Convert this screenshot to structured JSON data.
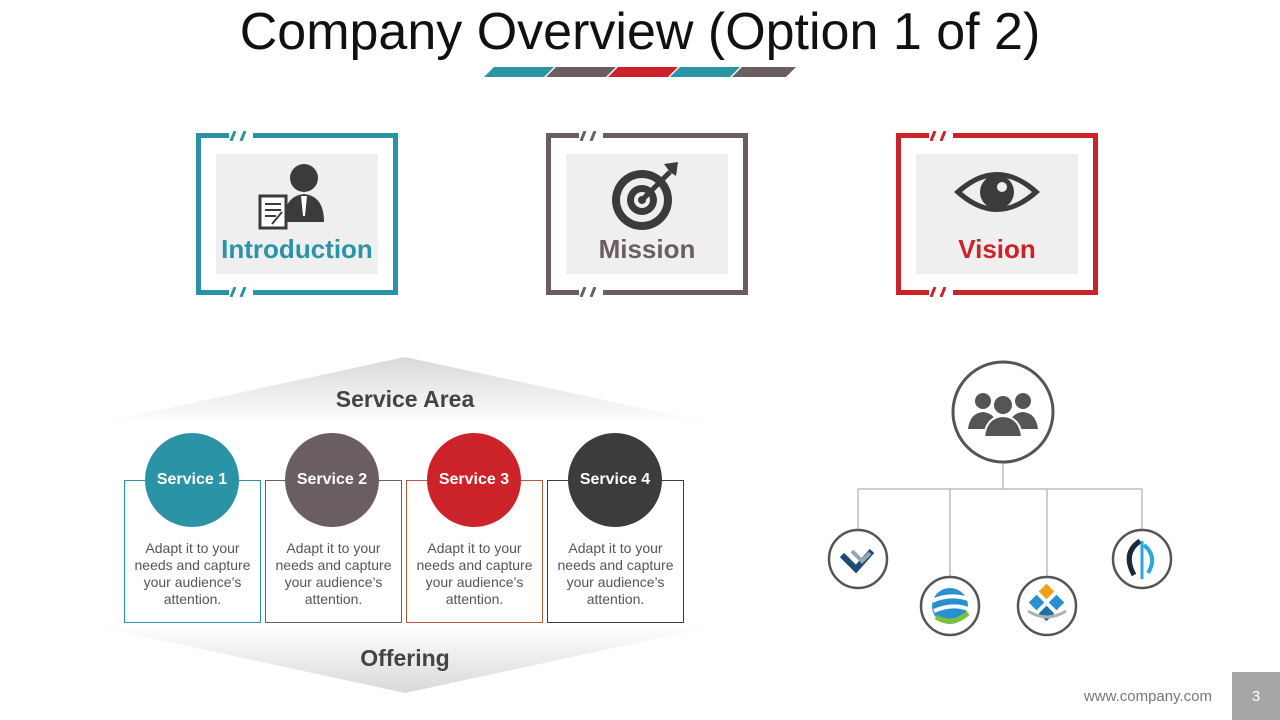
{
  "slide": {
    "title": "Company Overview (Option 1 of 2)",
    "page_number": "3",
    "footer_url": "www.company.com"
  },
  "colors": {
    "teal": "#2b93a6",
    "taupe": "#6b5e62",
    "red": "#cc2229",
    "dark": "#3d3c3d"
  },
  "cards": [
    {
      "label": "Introduction",
      "icon": "businessman-document-icon",
      "color": "#2b93a6"
    },
    {
      "label": "Mission",
      "icon": "target-arrow-icon",
      "color": "#6b5e62"
    },
    {
      "label": "Vision",
      "icon": "eye-icon",
      "color": "#cc2229"
    }
  ],
  "service_area": {
    "title": "Service Area",
    "footer": "Offering",
    "services": [
      {
        "name": "Service 1",
        "text": "Adapt it to your needs and capture your audience’s attention.",
        "color": "#2b93a6"
      },
      {
        "name": "Service 2",
        "text": "Adapt it to your needs and capture your audience’s attention.",
        "color": "#6b5e62"
      },
      {
        "name": "Service 3",
        "text": "Adapt it to your needs and capture your audience’s attention.",
        "color": "#cc2229"
      },
      {
        "name": "Service 4",
        "text": "Adapt it to your needs and capture your audience’s attention.",
        "color": "#3d3c3d"
      }
    ]
  },
  "org_tree": {
    "root_icon": "team-group-icon",
    "leaf_icons": [
      "chevron-logo-icon",
      "globe-swirl-logo-icon",
      "diamond-cluster-logo-icon",
      "leaf-circle-logo-icon"
    ]
  }
}
